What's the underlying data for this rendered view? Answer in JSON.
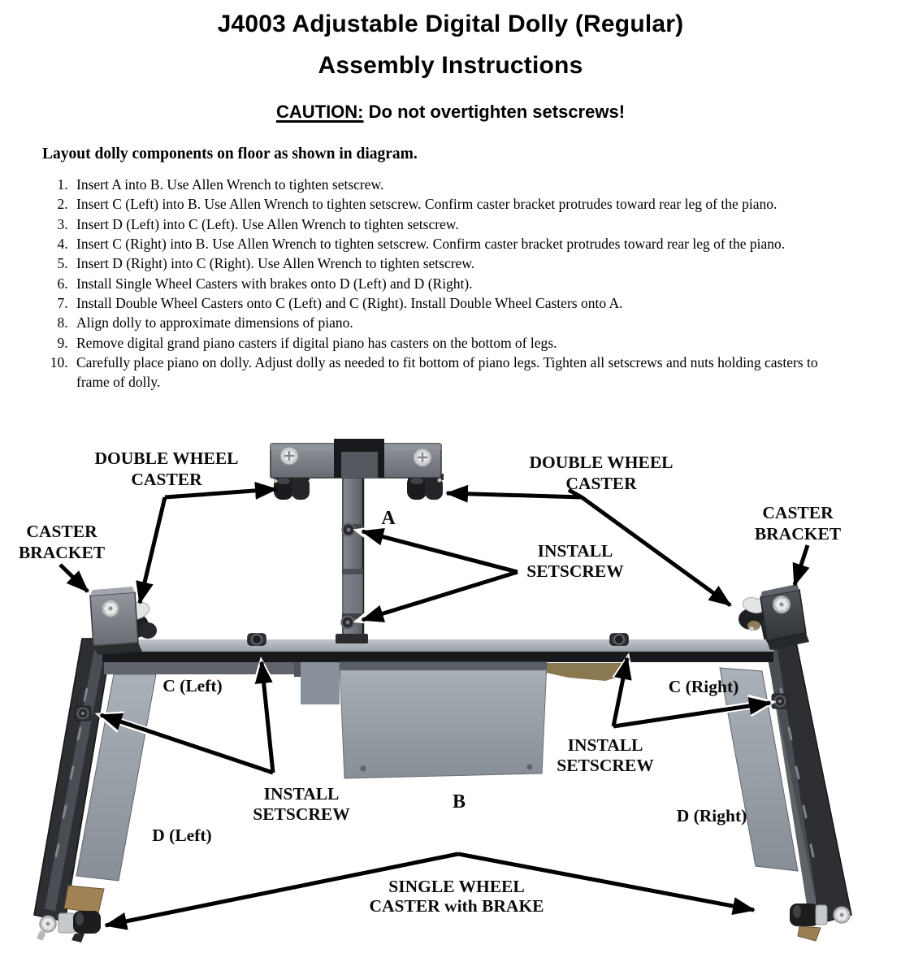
{
  "doc": {
    "title_line1": "J4003 Adjustable Digital Dolly (Regular)",
    "title_line2": "Assembly Instructions",
    "caution_label": "CAUTION:",
    "caution_rest": " Do not overtighten setscrews!",
    "intro_heading": "Layout dolly components on floor as shown in diagram.",
    "steps": [
      "Insert A into B. Use Allen Wrench to tighten setscrew.",
      "Insert C (Left) into B. Use Allen Wrench to tighten setscrew. Confirm caster bracket protrudes toward rear leg of the piano.",
      "Insert D (Left) into C (Left). Use Allen Wrench to tighten setscrew.",
      "Insert C (Right) into B. Use Allen Wrench to tighten setscrew. Confirm caster bracket protrudes toward rear leg of the piano.",
      "Insert D (Right) into C (Right). Use Allen Wrench to tighten setscrew.",
      "Install Single Wheel Casters with brakes onto D (Left) and D (Right).",
      "Install Double Wheel Casters onto C (Left) and C (Right). Install Double Wheel Casters onto A.",
      "Align dolly to approximate dimensions of piano.",
      "Remove digital grand piano casters if digital piano has casters on the bottom of legs.",
      "Carefully place piano on dolly. Adjust dolly as needed to fit bottom of piano legs. Tighten all setscrews and nuts holding casters to frame of dolly."
    ]
  },
  "diagram": {
    "labels": {
      "double_wheel_caster_left": [
        "DOUBLE WHEEL",
        "CASTER"
      ],
      "double_wheel_caster_right": [
        "DOUBLE WHEEL",
        "CASTER"
      ],
      "caster_bracket_left": [
        "CASTER",
        "BRACKET"
      ],
      "caster_bracket_right": [
        "CASTER",
        "BRACKET"
      ],
      "install_setscrew_center": [
        "INSTALL",
        "SETSCREW"
      ],
      "install_setscrew_bottom_left": [
        "INSTALL",
        "SETSCREW"
      ],
      "install_setscrew_bottom_right": [
        "INSTALL",
        "SETSCREW"
      ],
      "single_wheel_caster": [
        "SINGLE WHEEL",
        "CASTER with BRAKE"
      ],
      "part_a": "A",
      "part_b": "B",
      "part_c_left": "C (Left)",
      "part_c_right": "C (Right)",
      "part_d_left": "D (Left)",
      "part_d_right": "D (Right)"
    },
    "colors": {
      "page_bg": "#ffffff",
      "text": "#000000",
      "arrow": "#000000",
      "metal_dark": "#26282b",
      "metal_mid": "#55595f",
      "metal_light": "#9aa1a9",
      "plate_b": "#a9afb7",
      "chrome": "#d8dadc",
      "tan_wood": "#a08254"
    }
  }
}
